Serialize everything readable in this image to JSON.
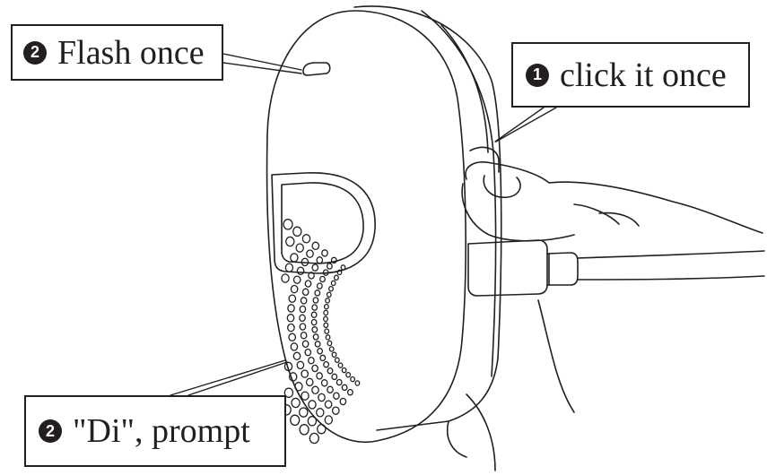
{
  "callouts": {
    "flash": {
      "step": "2",
      "text": "Flash once"
    },
    "click": {
      "step": "1",
      "text": "click it once"
    },
    "prompt": {
      "step": "2",
      "text": "\"Di\", prompt"
    }
  },
  "colors": {
    "line": "#231f20",
    "background": "#ffffff"
  }
}
